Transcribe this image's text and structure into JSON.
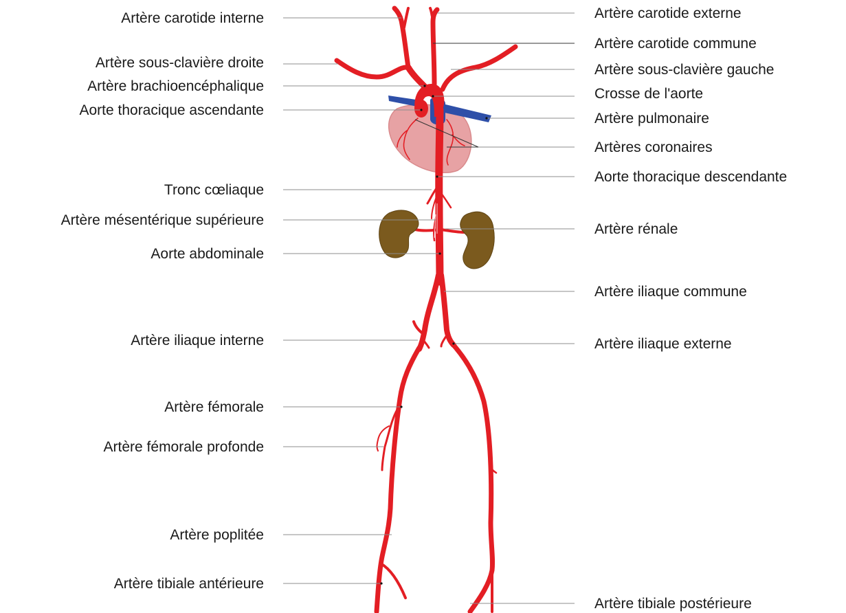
{
  "colors": {
    "artery": "#e31e24",
    "vein": "#2e4fa8",
    "heart": "#e7a2a4",
    "heart_stroke": "#d98a8c",
    "kidney": "#7b5a1e",
    "kidney_edge": "#5f4414",
    "leader_line": "#8c8c8c"
  },
  "labels_left": {
    "carotide_interne": "Artère carotide interne",
    "sous_claviere_droite": "Artère sous-clavière droite",
    "brachioencephalique": "Artère brachioencéphalique",
    "aorte_ascendante": "Aorte thoracique ascendante",
    "tronc_coeliaque": "Tronc cœliaque",
    "mesenterique_sup": "Artère mésentérique supérieure",
    "aorte_abdominale": "Aorte abdominale",
    "iliaque_interne": "Artère iliaque interne",
    "femorale": "Artère fémorale",
    "femorale_profonde": "Artère fémorale profonde",
    "poplitee": "Artère poplitée",
    "tibiale_anterieure": "Artère tibiale antérieure"
  },
  "labels_right": {
    "carotide_externe": "Artère carotide externe",
    "carotide_commune": "Artère carotide commune",
    "sous_claviere_gauche": "Artère sous-clavière gauche",
    "crosse_aorte": "Crosse de l'aorte",
    "pulmonaire": "Artère pulmonaire",
    "coronaires": "Artères coronaires",
    "aorte_descendante": "Aorte thoracique descendante",
    "renale": "Artère rénale",
    "iliaque_commune": "Artère iliaque commune",
    "iliaque_externe": "Artère iliaque externe",
    "tibiale_posterieure": "Artère tibiale postérieure"
  }
}
